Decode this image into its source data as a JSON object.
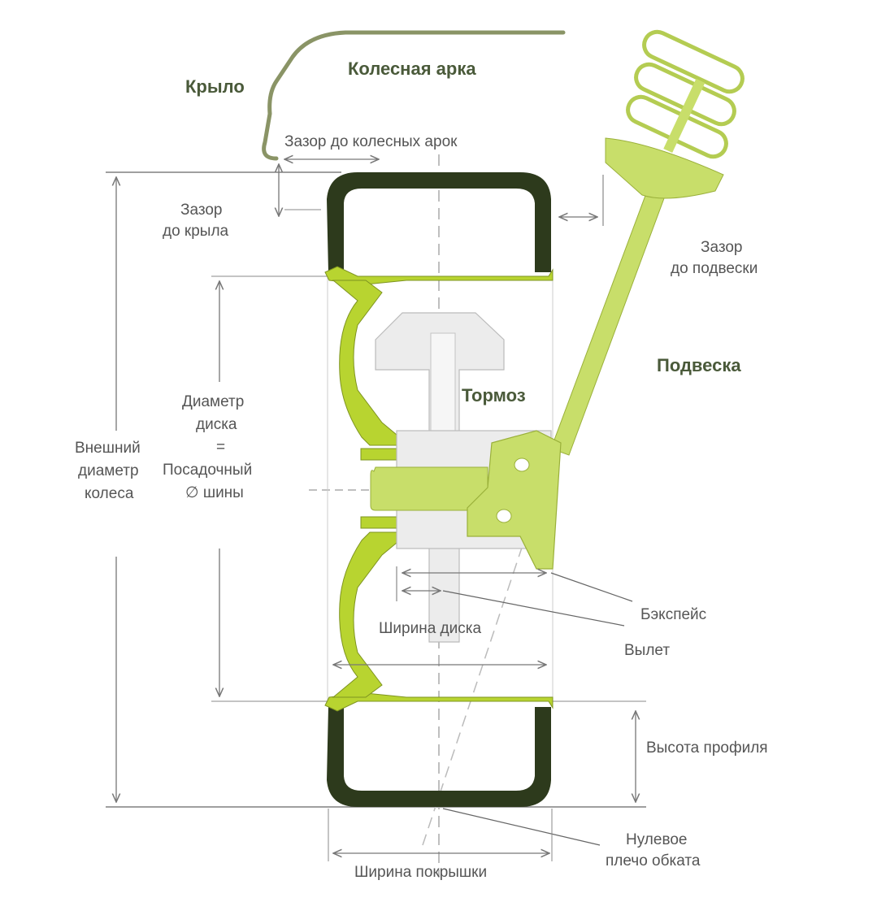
{
  "colors": {
    "tire": "#2d3a1c",
    "rim": "#b8d430",
    "suspension": "#c8de6a",
    "brake": "#ececec",
    "line": "#888888",
    "dark_line": "#666666",
    "fender": "#8a9466",
    "label": "#555555",
    "heading": "#4a5a3a"
  },
  "labels": {
    "fender": "Крыло",
    "wheel_arch": "Колесная арка",
    "arch_clearance": "Зазор до колесных арок",
    "fender_clearance_1": "Зазор",
    "fender_clearance_2": "до крыла",
    "suspension_clearance_1": "Зазор",
    "suspension_clearance_2": "до подвески",
    "suspension": "Подвеска",
    "brake": "Тормоз",
    "outer_diameter_1": "Внешний",
    "outer_diameter_2": "диаметр",
    "outer_diameter_3": "колеса",
    "rim_diameter_1": "Диаметр",
    "rim_diameter_2": "диска",
    "rim_diameter_3": "=",
    "rim_diameter_4": "Посадочный",
    "rim_diameter_5": "∅ шины",
    "backspace": "Бэкспейс",
    "offset": "Вылет",
    "rim_width": "Ширина диска",
    "profile_height": "Высота профиля",
    "zero_scrub_1": "Нулевое",
    "zero_scrub_2": "плечо обката",
    "tire_width": "Ширина покрышки"
  }
}
